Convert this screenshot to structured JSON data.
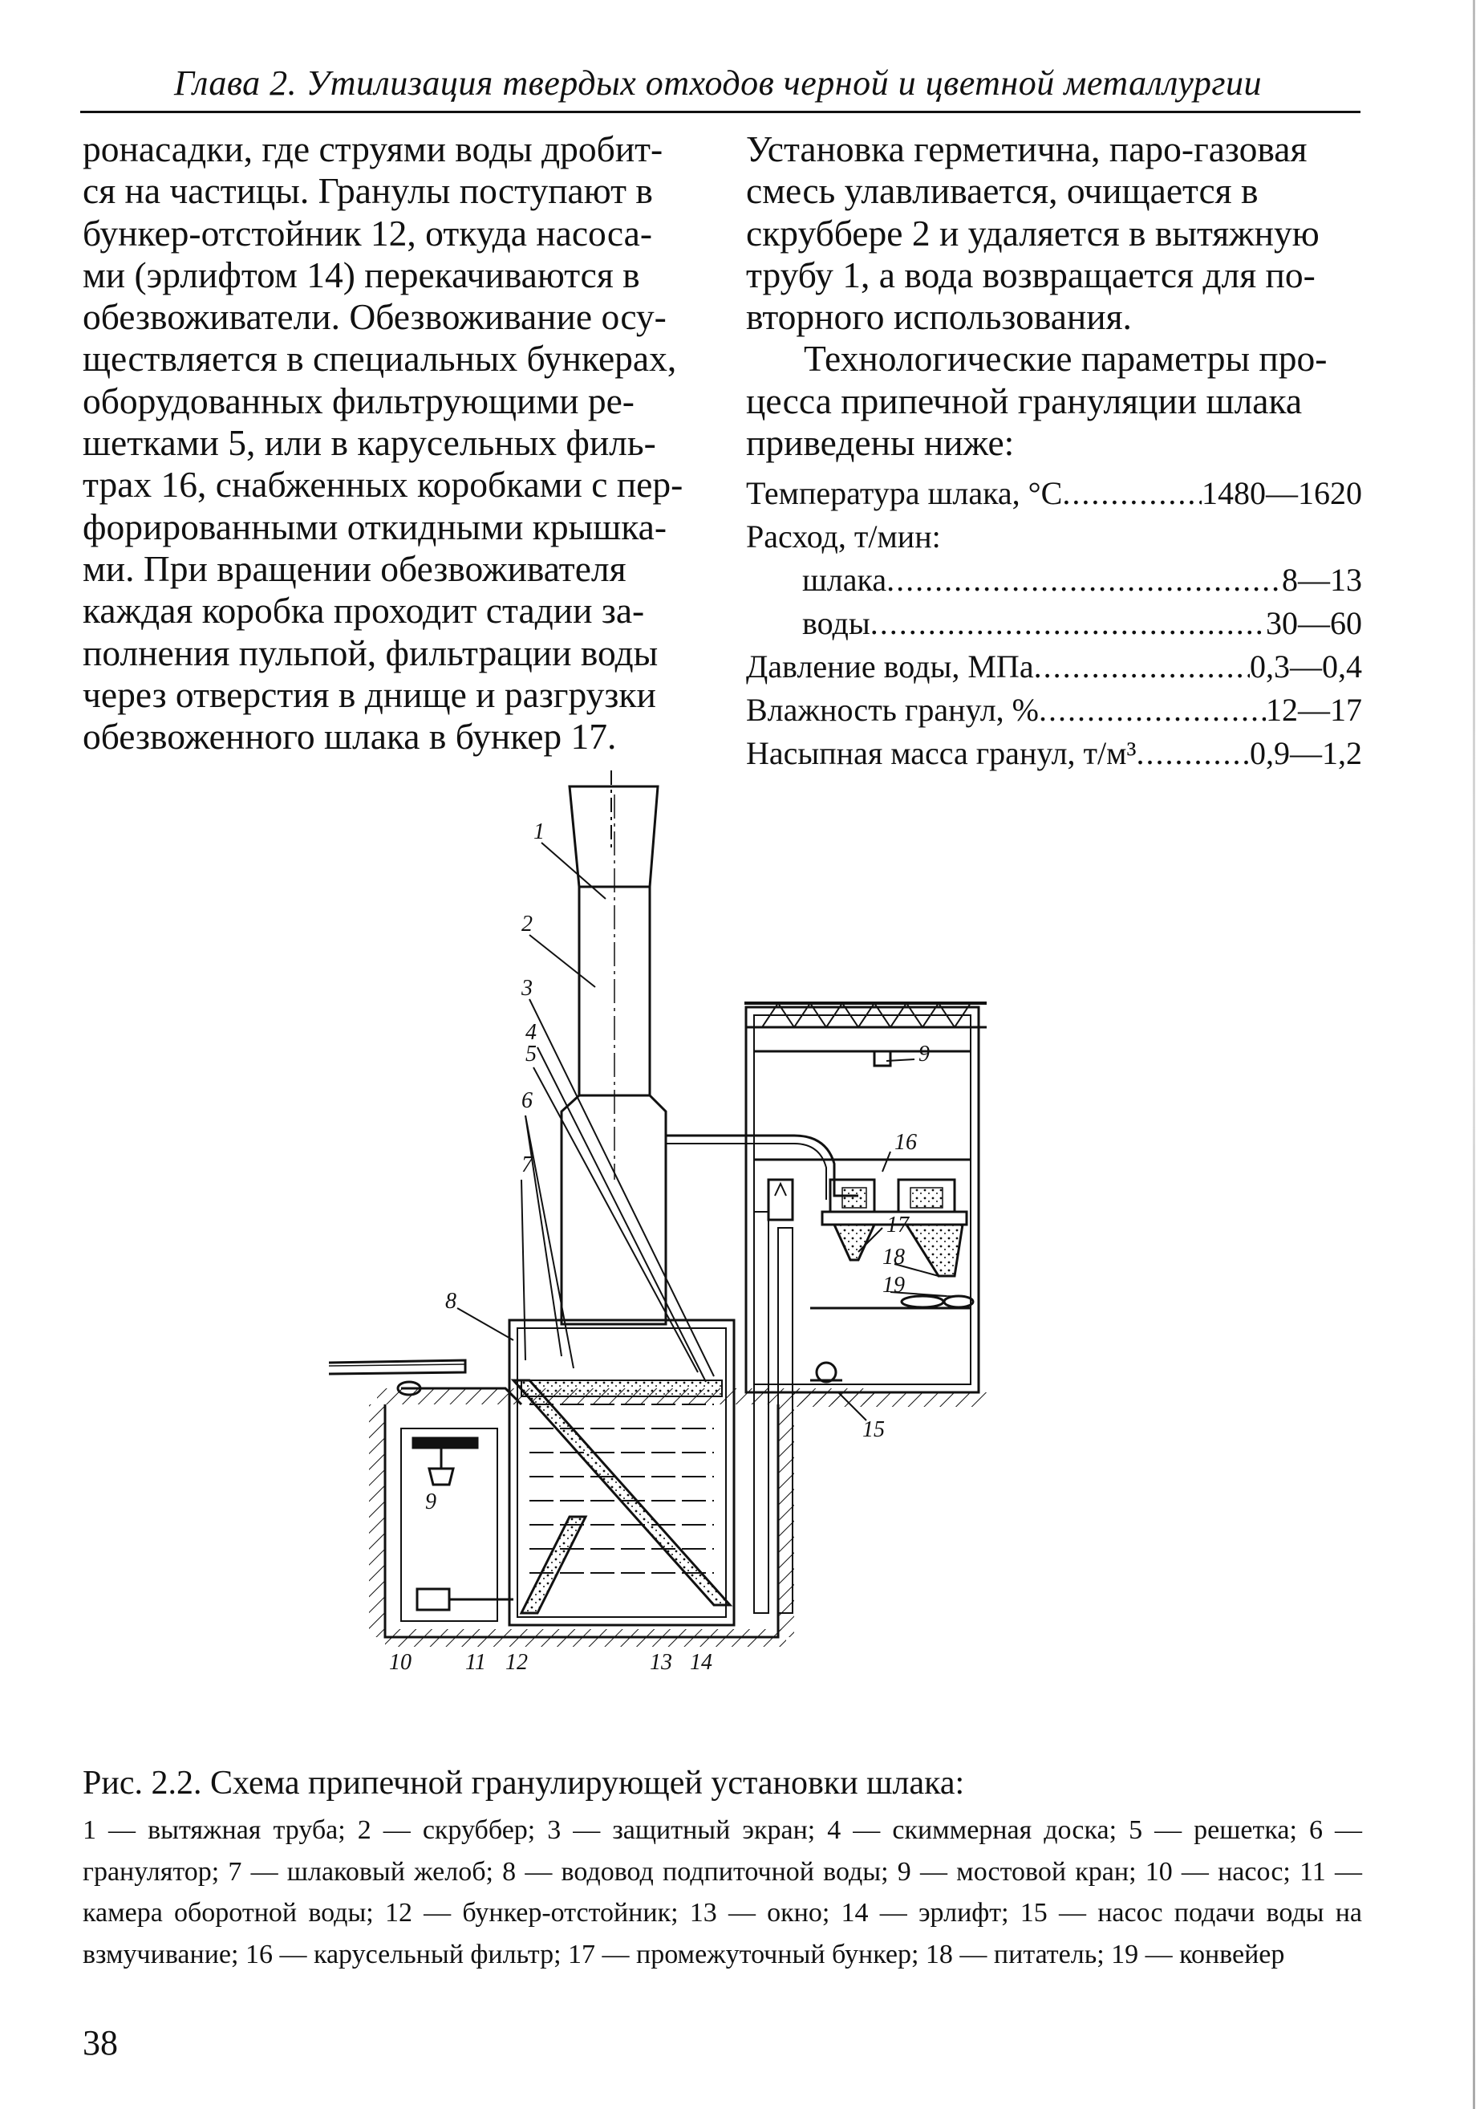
{
  "header": {
    "title": "Глава 2. Утилизация твердых отходов черной и цветной металлургии"
  },
  "left_column": {
    "lines": [
      "ронасадки, где струями воды дробит-",
      "ся на частицы. Гранулы поступают в",
      "бункер-отстойник 12, откуда насоса-",
      "ми (эрлифтом 14) перекачиваются в",
      "обезвоживатели. Обезвоживание осу-",
      "ществляется в специальных бункерах,",
      "оборудованных фильтрующими ре-",
      "шетками 5, или в карусельных филь-",
      "трах 16, снабженных коробками с пер-",
      "форированными откидными крышка-",
      "ми. При вращении обезвоживателя",
      "каждая коробка проходит стадии за-",
      "полнения пульпой, фильтрации воды",
      "через отверстия в днище и разгрузки",
      "обезвоженного шлака в бункер 17."
    ]
  },
  "right_column": {
    "para1": [
      "Установка герметична, паро-газовая",
      "смесь улавливается, очищается в",
      "скруббере 2 и удаляется в вытяжную",
      "трубу 1, а вода возвращается для по-",
      "вторного использования."
    ],
    "para2": [
      "Технологические параметры про-",
      "цесса припечной грануляции шлака",
      "приведены ниже:"
    ]
  },
  "params": [
    {
      "label": "Температура шлака, °С",
      "value": "1480—1620"
    },
    {
      "label": "Расход, т/мин:",
      "value": ""
    },
    {
      "label": "шлака",
      "value": "8—13"
    },
    {
      "label": "воды",
      "value": "30—60"
    },
    {
      "label": "Давление воды, МПа",
      "value": "0,3—0,4"
    },
    {
      "label": "Влажность гранул, %",
      "value": "12—17"
    },
    {
      "label": "Насыпная масса гранул, т/м³",
      "value": "0,9—1,2"
    }
  ],
  "figure": {
    "labels": [
      "1",
      "2",
      "3",
      "4",
      "5",
      "6",
      "7",
      "8",
      "9",
      "9",
      "10",
      "11",
      "12",
      "13",
      "14",
      "15",
      "16",
      "17",
      "18",
      "19"
    ]
  },
  "caption": {
    "title": "Рис. 2.2. Схема припечной гранулирующей установки шлака:",
    "body": "1 — вытяжная труба; 2 — скруббер; 3 — защитный экран; 4 — скиммерная доска; 5 — решетка; 6 — гранулятор; 7 — шлаковый желоб; 8 — водовод подпиточной воды; 9 — мостовой кран; 10 — насос; 11 — камера оборотной воды; 12 — бункер-отстойник; 13 — окно; 14 — эрлифт; 15 — насос подачи воды на взмучивание; 16 — карусельный фильтр; 17 — промежуточный бункер; 18 — питатель; 19 — конвейер"
  },
  "page_number": "38"
}
